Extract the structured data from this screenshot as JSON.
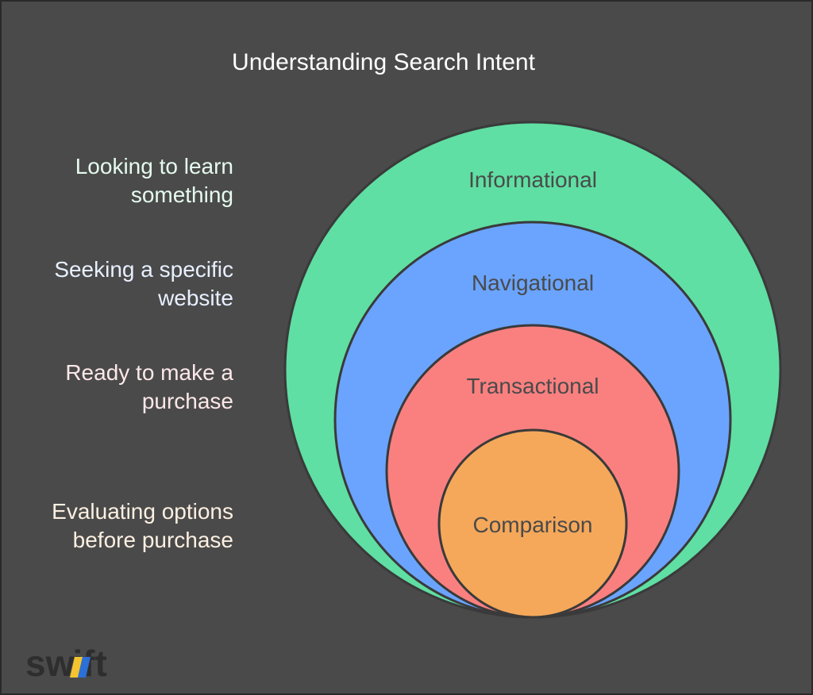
{
  "title": "Understanding Search Intent",
  "descriptions": [
    {
      "line1": "Looking to learn",
      "line2": "something",
      "color": "#e6fbef"
    },
    {
      "line1": "Seeking a specific",
      "line2": "website",
      "color": "#e8f0ff"
    },
    {
      "line1": "Ready to make a",
      "line2": "purchase",
      "color": "#fde8e8"
    },
    {
      "line1": "Evaluating options",
      "line2": "before purchase",
      "color": "#fdf0e2"
    }
  ],
  "rings": [
    {
      "label": "Informational",
      "color": "#5fdfa3"
    },
    {
      "label": "Navigational",
      "color": "#6aa4ff"
    },
    {
      "label": "Transactional",
      "color": "#fa8080"
    },
    {
      "label": "Comparison",
      "color": "#f5a85a"
    }
  ],
  "logo": {
    "text": "swift",
    "icon": "swift-logo"
  }
}
